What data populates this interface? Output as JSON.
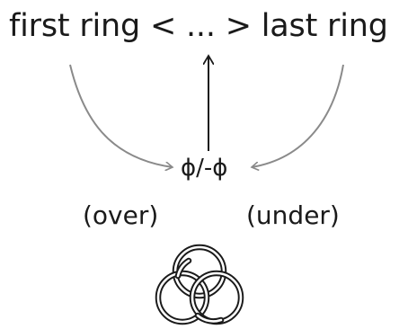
{
  "diagram": {
    "headline": "first ring < ... > last ring",
    "center_symbol": "ϕ/-ϕ",
    "left_label": "(over)",
    "right_label": "(under)",
    "knot_icon": "borromean-rings-icon",
    "colors": {
      "text": "#1a1a1a",
      "side_arrows": "#8a8a8a",
      "center_arrow": "#1a1a1a"
    }
  }
}
